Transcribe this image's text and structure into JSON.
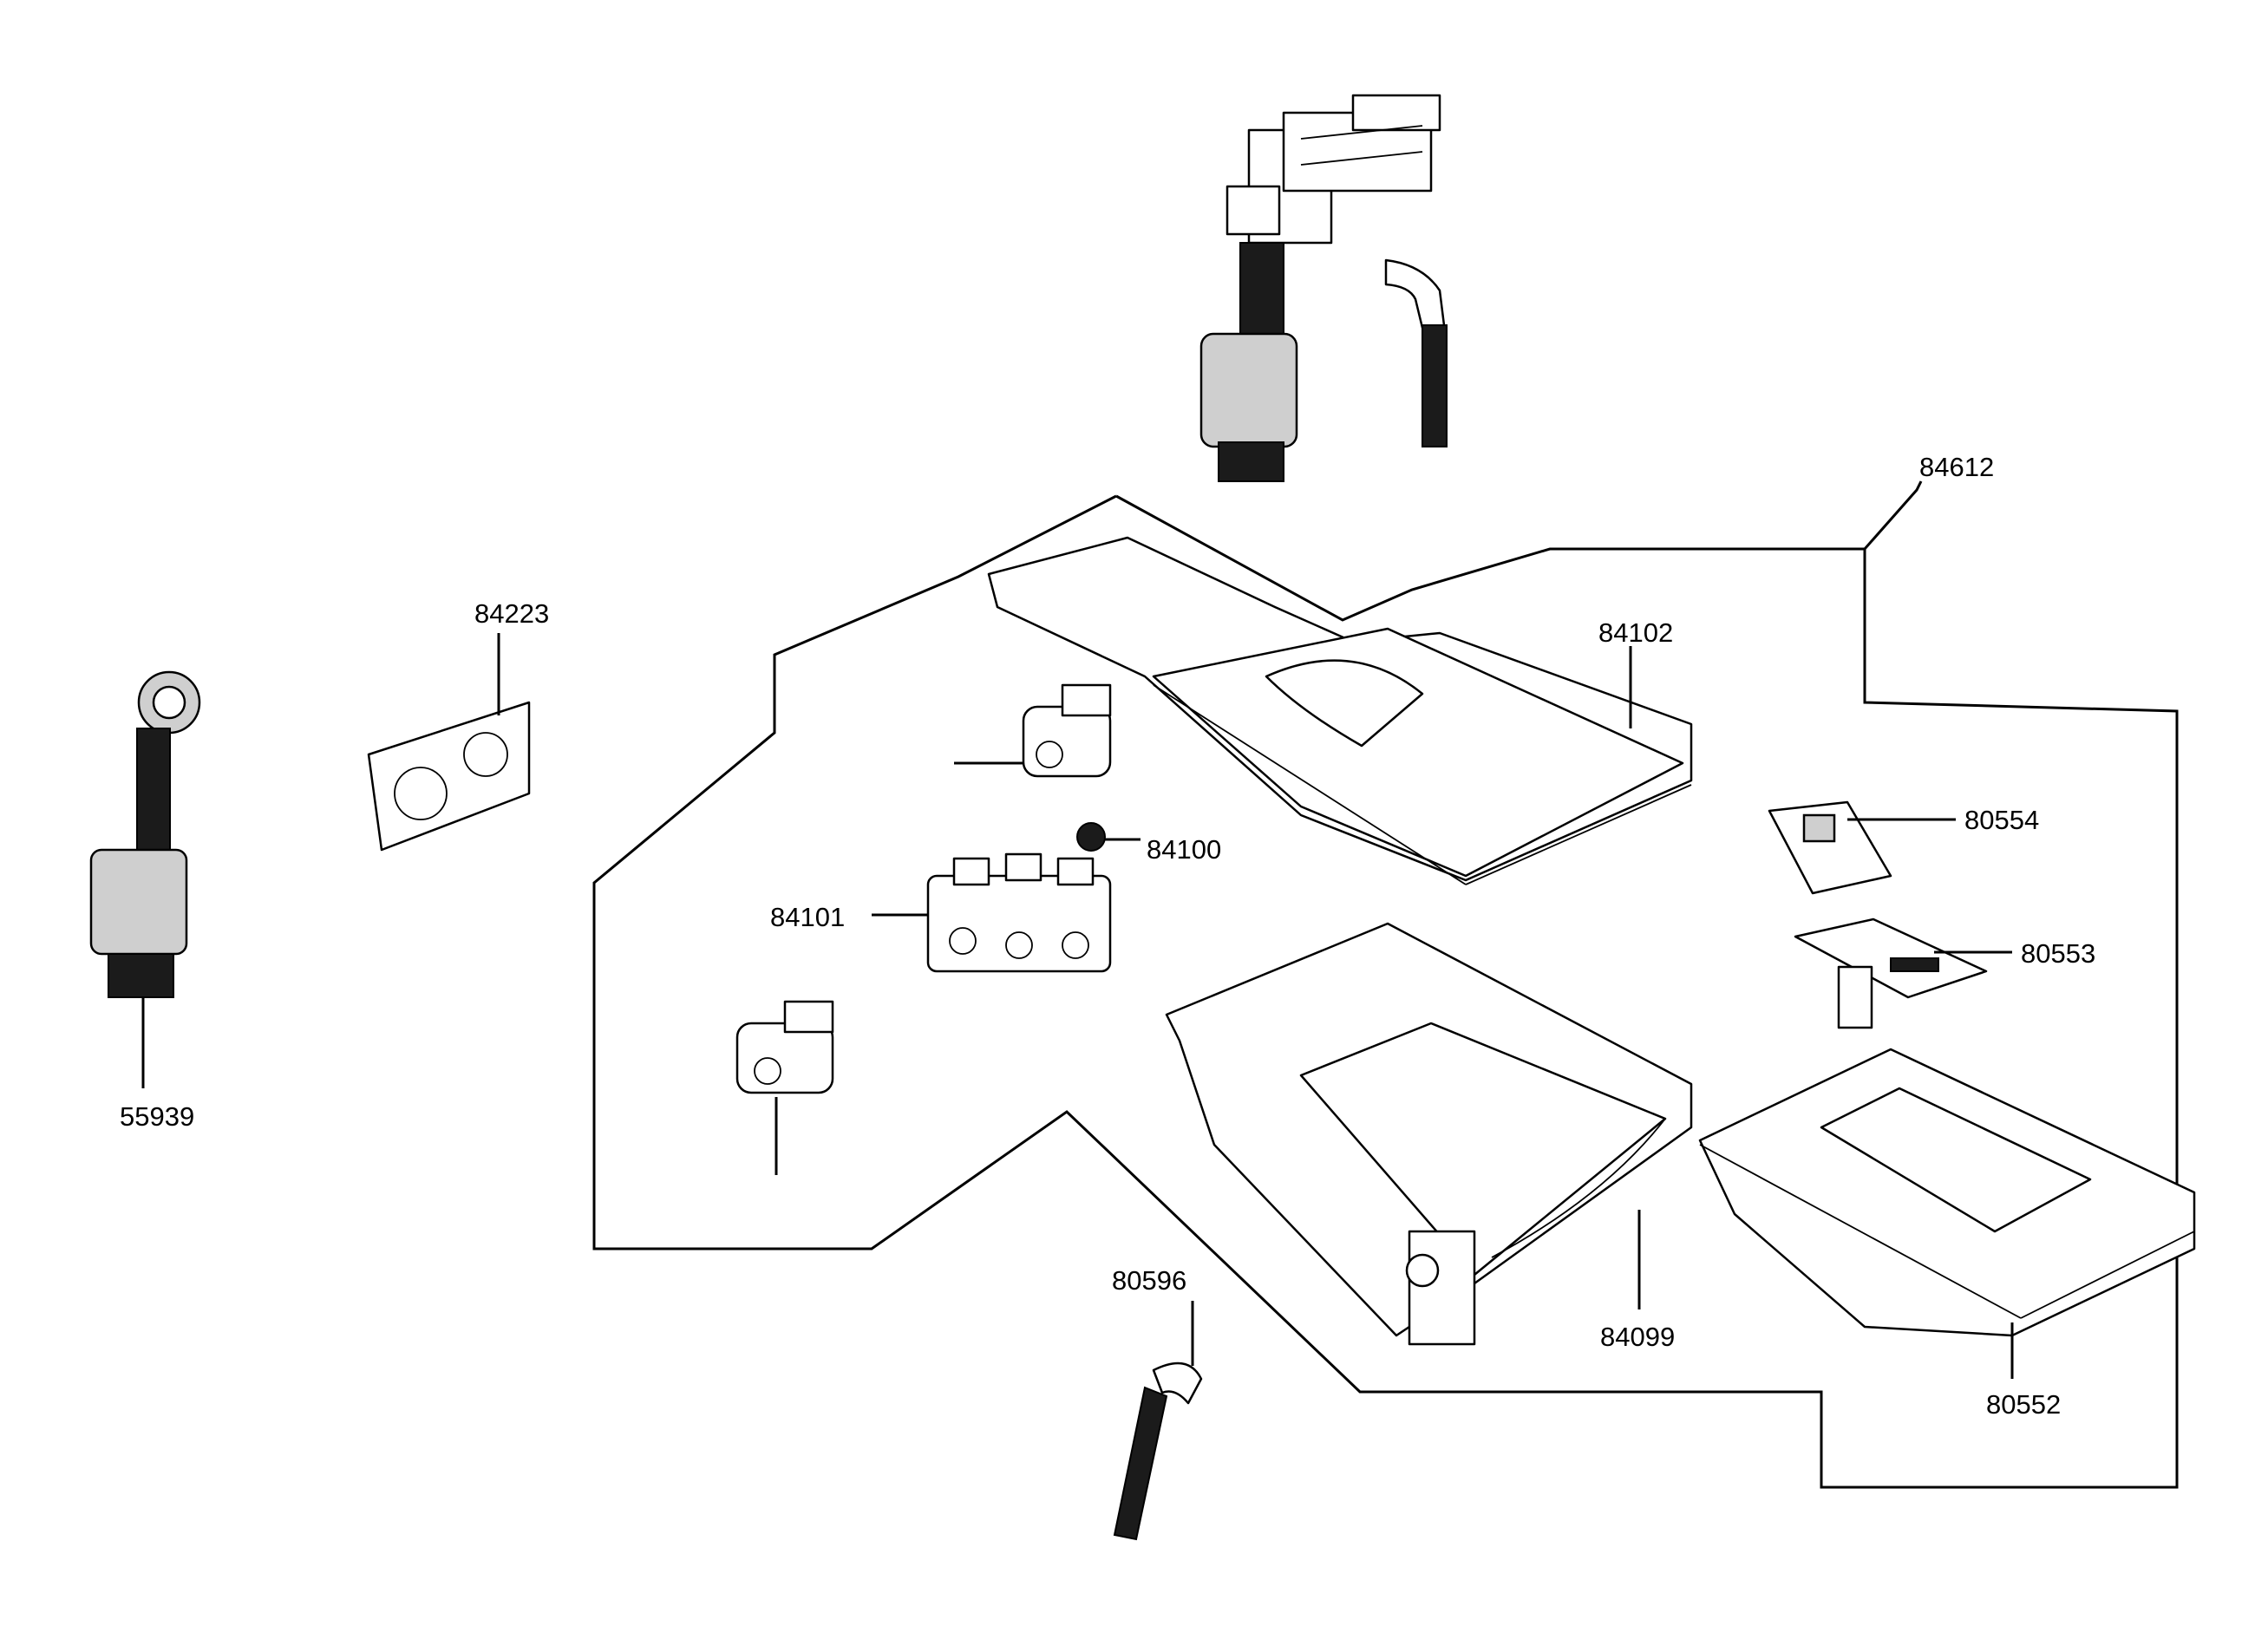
{
  "labels": {
    "p84612": "84612",
    "p84223": "84223",
    "p84102": "84102",
    "p80554": "80554",
    "p84100": "84100",
    "p84101": "84101",
    "p80553": "80553",
    "p55939": "55939",
    "p80596": "80596",
    "p84099": "84099",
    "p80552": "80552"
  }
}
